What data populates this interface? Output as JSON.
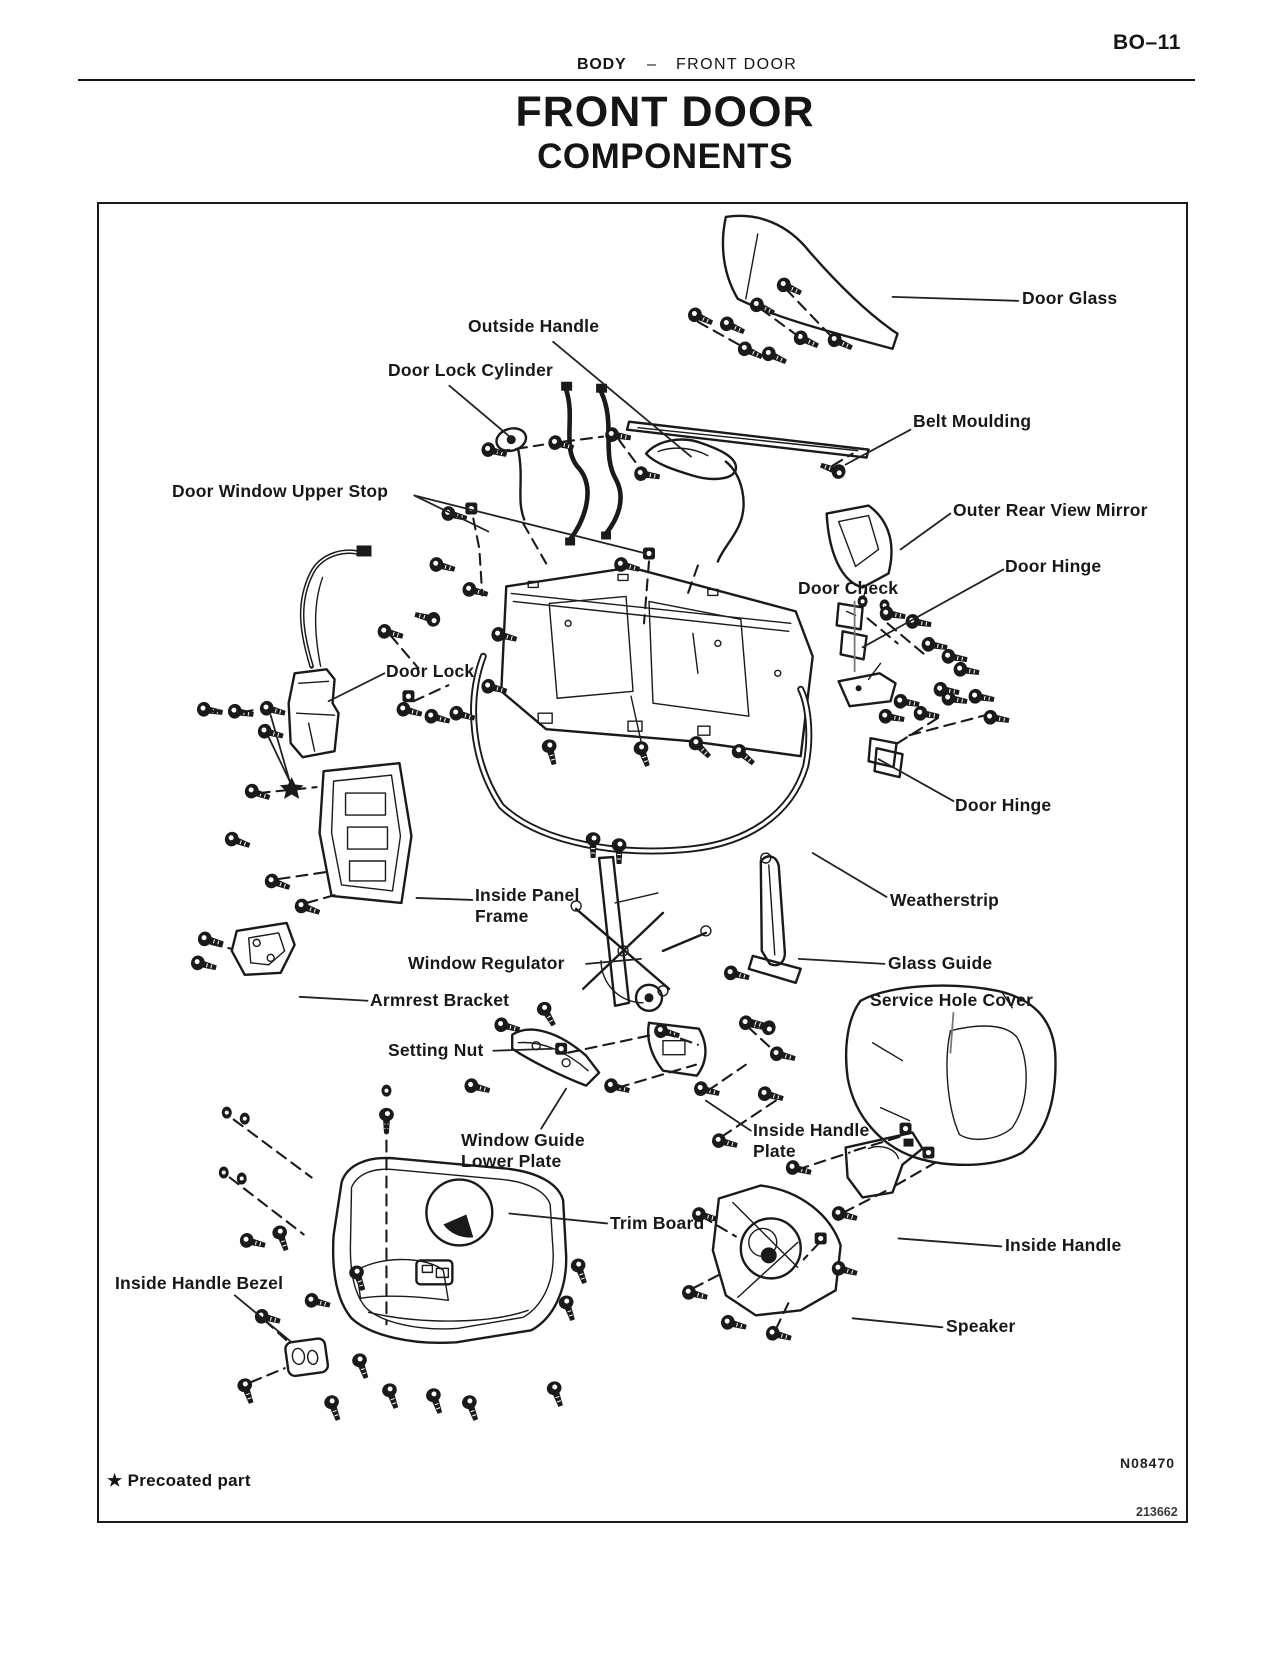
{
  "page": {
    "number": "BO–11",
    "header": {
      "section": "BODY",
      "separator": "–",
      "topic": "FRONT DOOR"
    },
    "title": {
      "line1": "FRONT DOOR",
      "line2": "COMPONENTS"
    }
  },
  "diagram": {
    "ink_color": "#1a1a1a",
    "paper_color": "#ffffff",
    "labels": [
      {
        "id": "door-glass",
        "text": "Door Glass"
      },
      {
        "id": "outside-handle",
        "text": "Outside Handle"
      },
      {
        "id": "door-lock-cylinder",
        "text": "Door Lock Cylinder"
      },
      {
        "id": "belt-moulding",
        "text": "Belt Moulding"
      },
      {
        "id": "door-window-upper-stop",
        "text": "Door Window Upper Stop"
      },
      {
        "id": "outer-rear-view-mirror",
        "text": "Outer Rear View Mirror"
      },
      {
        "id": "door-hinge-upper",
        "text": "Door Hinge"
      },
      {
        "id": "door-check",
        "text": "Door Check"
      },
      {
        "id": "door-lock",
        "text": "Door Lock"
      },
      {
        "id": "door-hinge-lower",
        "text": "Door Hinge"
      },
      {
        "id": "weatherstrip",
        "text": "Weatherstrip"
      },
      {
        "id": "inside-panel-frame",
        "text": "Inside Panel\nFrame"
      },
      {
        "id": "window-regulator",
        "text": "Window Regulator"
      },
      {
        "id": "glass-guide",
        "text": "Glass Guide"
      },
      {
        "id": "armrest-bracket",
        "text": "Armrest Bracket"
      },
      {
        "id": "service-hole-cover",
        "text": "Service Hole Cover"
      },
      {
        "id": "setting-nut",
        "text": "Setting Nut"
      },
      {
        "id": "window-guide-lower-plate",
        "text": "Window Guide\nLower Plate"
      },
      {
        "id": "inside-handle-plate",
        "text": "Inside Handle\nPlate"
      },
      {
        "id": "trim-board",
        "text": "Trim Board"
      },
      {
        "id": "inside-handle",
        "text": "Inside Handle"
      },
      {
        "id": "inside-handle-bezel",
        "text": "Inside Handle Bezel"
      },
      {
        "id": "speaker",
        "text": "Speaker"
      }
    ],
    "footnote": "★ Precoated part",
    "figure_code": "N08470",
    "print_code": "213662"
  }
}
